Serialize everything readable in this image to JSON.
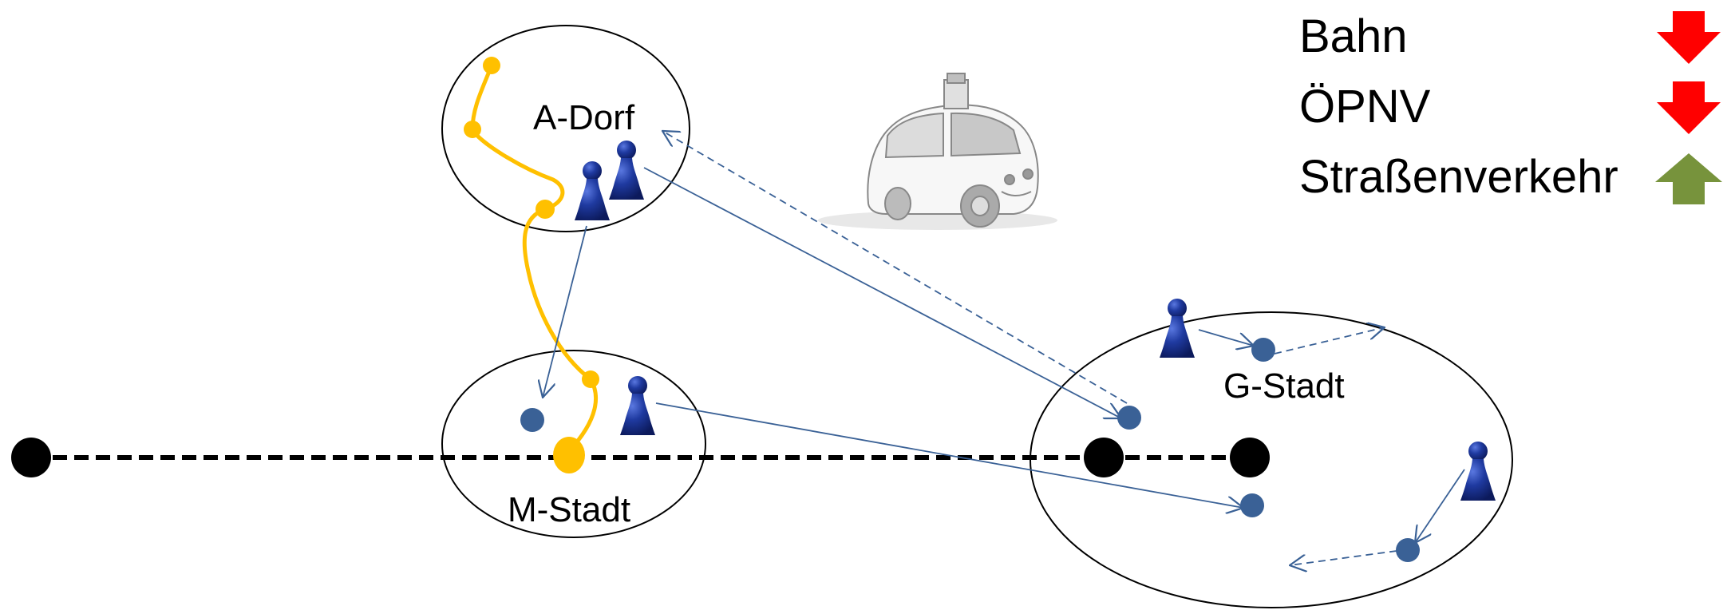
{
  "regions": {
    "a_dorf": "A-Dorf",
    "m_stadt": "M-Stadt",
    "g_stadt": "G-Stadt"
  },
  "legend": [
    {
      "label": "Bahn",
      "trend": "down",
      "color": "#ff0000"
    },
    {
      "label": "ÖPNV",
      "trend": "down",
      "color": "#ff0000"
    },
    {
      "label": "Straßenverkehr",
      "trend": "up",
      "color": "#77933c"
    }
  ],
  "colors": {
    "person": "#1f3aa0",
    "destination_dot": "#3a6196",
    "flow_line": "#3a6196",
    "bus_route": "#ffc000",
    "rail_line": "#000000"
  },
  "icons": {
    "person": "game-pawn-icon",
    "vehicle": "self-driving-car-icon"
  }
}
